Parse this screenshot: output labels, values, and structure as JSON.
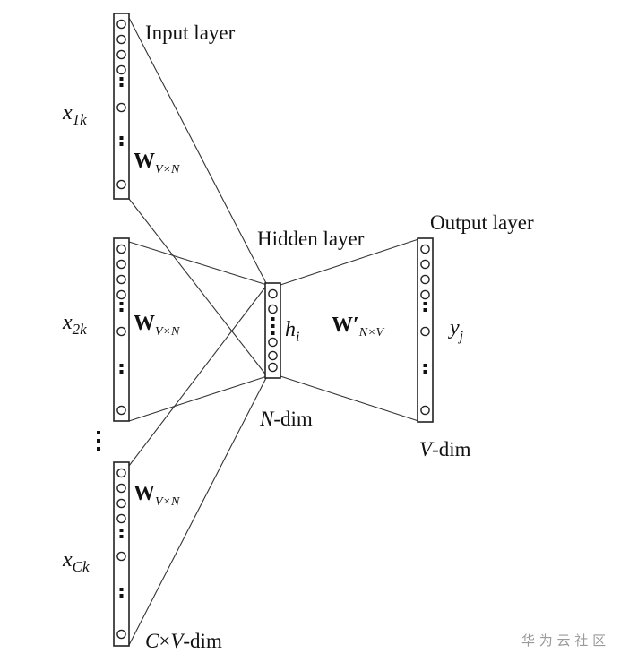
{
  "diagram": {
    "input_layer_label": "Input layer",
    "hidden_layer_label": "Hidden layer",
    "output_layer_label": "Output layer",
    "inputs": [
      {
        "name": "x",
        "sub": "1k",
        "weight": "W",
        "weight_sub": "V×N"
      },
      {
        "name": "x",
        "sub": "2k",
        "weight": "W",
        "weight_sub": "V×N"
      },
      {
        "name": "x",
        "sub": "Ck",
        "weight": "W",
        "weight_sub": "V×N"
      }
    ],
    "hidden_unit": {
      "name": "h",
      "sub": "i"
    },
    "output_weight": {
      "name": "W′",
      "sub": "N×V"
    },
    "output_unit": {
      "name": "y",
      "sub": "j"
    },
    "input_dim_var1": "C",
    "input_dim_op": "×",
    "input_dim_var2": "V",
    "input_dim_suffix": "-dim",
    "hidden_dim_var": "N",
    "hidden_dim_suffix": "-dim",
    "output_dim_var": "V",
    "output_dim_suffix": "-dim",
    "watermark": "华 为 云 社 区"
  }
}
